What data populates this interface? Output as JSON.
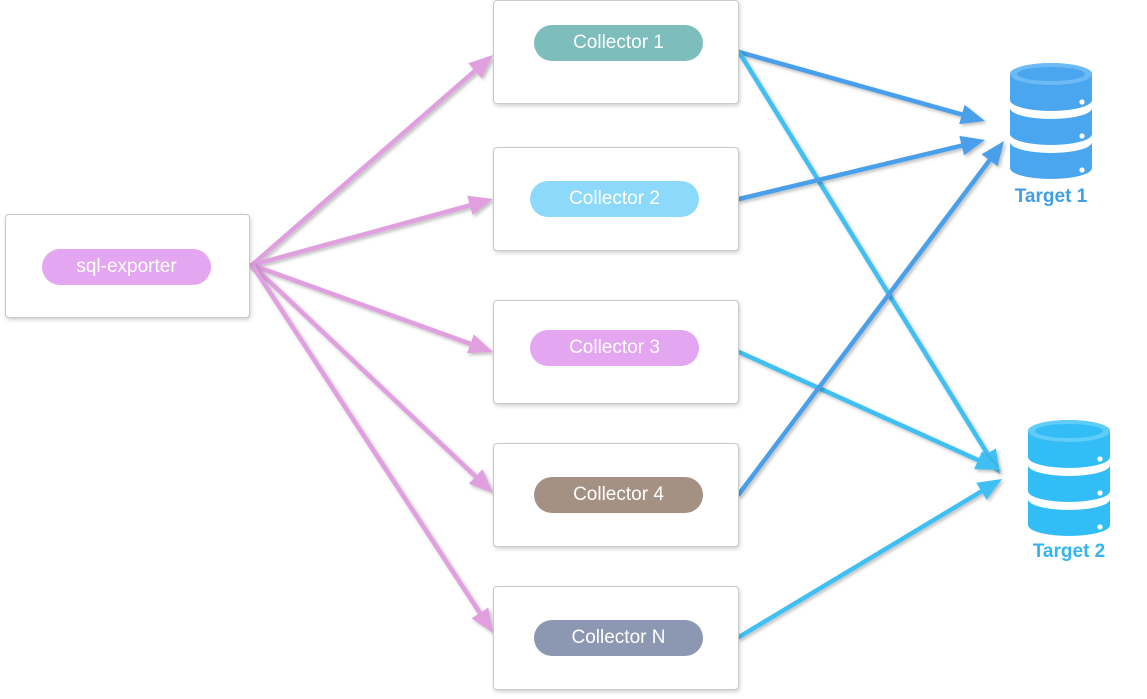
{
  "source": {
    "label": "sql-exporter",
    "color": "#e4a6f1"
  },
  "collectors": [
    {
      "label": "Collector 1",
      "color": "#7dbdbc"
    },
    {
      "label": "Collector 2",
      "color": "#8cd9fb"
    },
    {
      "label": "Collector 3",
      "color": "#e4a6f1"
    },
    {
      "label": "Collector 4",
      "color": "#a49184"
    },
    {
      "label": "Collector N",
      "color": "#8c98b1"
    }
  ],
  "targets": [
    {
      "label": "Target 1",
      "color": "#3f9ee8",
      "icon": "database-icon"
    },
    {
      "label": "Target 2",
      "color": "#33b5f0",
      "icon": "database-icon"
    }
  ],
  "edges": [
    {
      "from": "source",
      "to": "collector-1",
      "color": "#e0a0e0"
    },
    {
      "from": "source",
      "to": "collector-2",
      "color": "#e0a0e0"
    },
    {
      "from": "source",
      "to": "collector-3",
      "color": "#e0a0e0"
    },
    {
      "from": "source",
      "to": "collector-4",
      "color": "#e0a0e0"
    },
    {
      "from": "source",
      "to": "collector-n",
      "color": "#e0a0e0"
    },
    {
      "from": "collector-1",
      "to": "target-1",
      "color": "#4a9fea"
    },
    {
      "from": "collector-1",
      "to": "target-2",
      "color": "#3fc0f2"
    },
    {
      "from": "collector-2",
      "to": "target-1",
      "color": "#4a9fea"
    },
    {
      "from": "collector-3",
      "to": "target-2",
      "color": "#3fc0f2"
    },
    {
      "from": "collector-4",
      "to": "target-1",
      "color": "#4a9fea"
    },
    {
      "from": "collector-n",
      "to": "target-2",
      "color": "#3fc0f2"
    }
  ]
}
